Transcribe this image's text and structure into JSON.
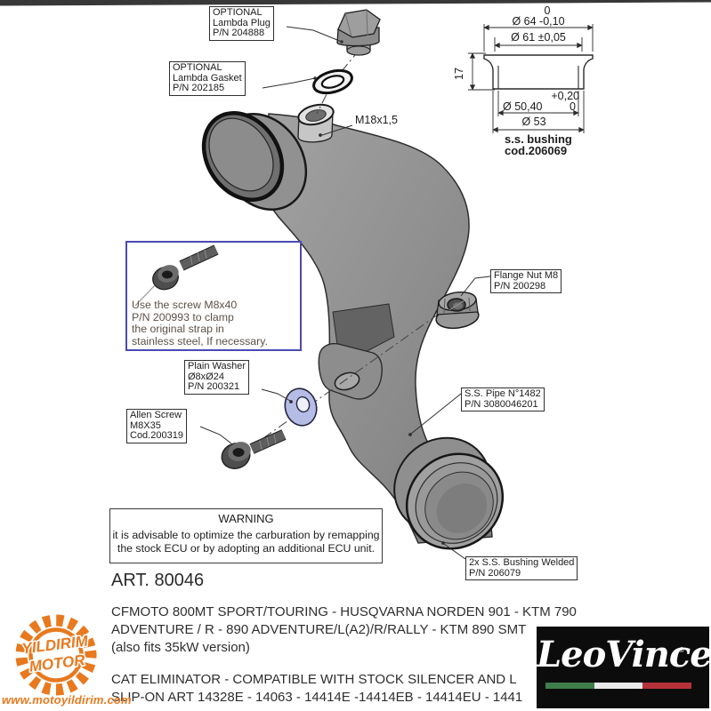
{
  "labels": {
    "lambda_plug": {
      "line1": "OPTIONAL",
      "line2": "Lambda Plug",
      "line3": "P/N 204888"
    },
    "lambda_gasket": {
      "line1": "OPTIONAL",
      "line2": "Lambda Gasket",
      "line3": "P/N 202185"
    },
    "m18": "M18x1,5",
    "flange_nut": {
      "line1": "Flange Nut M8",
      "line2": "P/N 200298"
    },
    "plain_washer": {
      "line1": "Plain Washer",
      "line2": "Ø8xØ24",
      "line3": "P/N 200321"
    },
    "allen_screw": {
      "line1": "Allen Screw",
      "line2": "M8X35",
      "line3": "Cod.200319"
    },
    "ss_pipe": {
      "line1": "S.S. Pipe N°1482",
      "line2": "P/N 3080046201"
    },
    "bushing_welded": {
      "line1": "2x S.S. Bushing Welded",
      "line2": "P/N 206079"
    }
  },
  "screw_note": {
    "lines": [
      "Use the screw M8x40",
      "P/N 200993 to clamp",
      "the original strap in",
      "stainless steel, If necessary."
    ],
    "border_color": "#4a4ab4"
  },
  "tech_drawing": {
    "dim_64_tol_upper": "0",
    "dim_64": "Ø 64 -0,10",
    "dim_61": "Ø 61 ±0,05",
    "dim_17": "17",
    "dim_5040_tol_upper": "+0,20",
    "dim_5040": "Ø 50,40",
    "dim_5040_tol_lower": "0",
    "dim_53": "Ø 53",
    "caption_line1": "s.s. bushing",
    "caption_line2": "cod.206069"
  },
  "warning": {
    "title": "WARNING",
    "line1": "it is advisable to optimize the carburation by remapping",
    "line2": "the stock ECU or by adopting an additional ECU unit."
  },
  "art_number": "ART. 80046",
  "compatibility": {
    "line1": "CFMOTO 800MT SPORT/TOURING - HUSQVARNA NORDEN 901 - KTM 790",
    "line2": "ADVENTURE / R - 890 ADVENTURE/L(A2)/R/RALLY - KTM 890 SMT",
    "line3": "(also fits 35kW version)",
    "line4": "CAT ELIMINATOR - COMPATIBLE  WITH STOCK SILENCER AND L",
    "line5": "SLIP-ON ART 14328E - 14063 - 14414E -14414EB - 14414EU - 1441"
  },
  "branding": {
    "leovince": "LeoVince",
    "leovince_reg": "®",
    "yildirim_line1": "YILDIRIM",
    "yildirim_line2": "MOTOR",
    "website": "www.motoyildirim.com",
    "orange": "#e8791e",
    "flag_green": "#3f7d4a",
    "flag_white": "#e9e9e9",
    "flag_red": "#b5323a"
  },
  "colors": {
    "pipe": "#8f8f8f",
    "washer": "#b5bde6",
    "top_strip": "#383838"
  }
}
